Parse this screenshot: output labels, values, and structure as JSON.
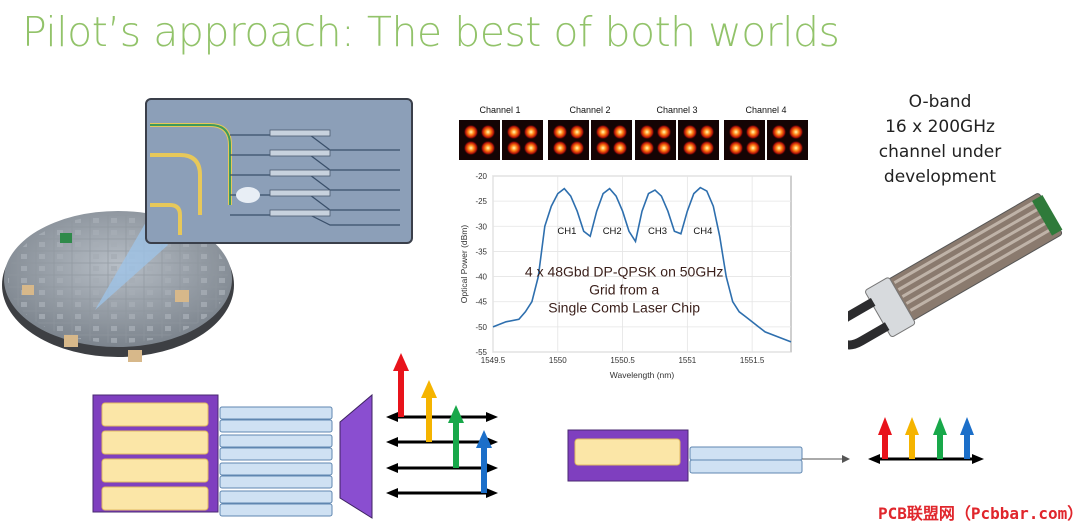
{
  "title": "Pilot’s approach: The best of both worlds",
  "oband_lines": [
    "O-band",
    "16 x 200GHz",
    "channel under",
    "development"
  ],
  "watermark": "PCB联盟网（Pcbbar.com）",
  "colors": {
    "title": "#92c36a",
    "laser_block": "#7f3fbf",
    "laser_cell": "#fbe6a7",
    "waveguide": "#cfe1f3",
    "mux": "#8a4ed0",
    "arrow_red": "#e8131b",
    "arrow_yellow": "#f5b400",
    "arrow_green": "#18a84a",
    "arrow_blue": "#1c6fc9",
    "spectrum_line": "#2e6fae"
  },
  "channel_labels": [
    "Channel 1",
    "Channel 2",
    "Channel 3",
    "Channel 4"
  ],
  "chart_data": {
    "type": "line",
    "xlabel": "Wavelength (nm)",
    "ylabel": "Optical Power (dBm)",
    "xlim": [
      1549.5,
      1551.8
    ],
    "ylim": [
      -55,
      -20
    ],
    "xticks": [
      "1549.5",
      "1550",
      "1550.5",
      "1551",
      "1551.5"
    ],
    "yticks": [
      "-20",
      "-25",
      "-30",
      "-35",
      "-40",
      "-45",
      "-50",
      "-55"
    ],
    "grid": true,
    "peak_labels": [
      "CH1",
      "CH2",
      "CH3",
      "CH4"
    ],
    "annotation_lines": [
      "4 x 48Gbd DP-QPSK on 50GHz",
      "Grid from a",
      "Single Comb Laser Chip"
    ],
    "series": [
      {
        "x": [
          1549.5,
          1549.6,
          1549.7,
          1549.75,
          1549.8,
          1549.85,
          1549.9,
          1549.95,
          1550.0,
          1550.05,
          1550.1,
          1550.15,
          1550.2,
          1550.25,
          1550.3,
          1550.35,
          1550.4,
          1550.45,
          1550.5,
          1550.55,
          1550.6,
          1550.65,
          1550.7,
          1550.75,
          1550.8,
          1550.85,
          1550.9,
          1550.95,
          1551.0,
          1551.05,
          1551.1,
          1551.15,
          1551.2,
          1551.25,
          1551.3,
          1551.35,
          1551.4,
          1551.45,
          1551.5,
          1551.55,
          1551.6,
          1551.7,
          1551.8
        ],
        "y": [
          -50,
          -49,
          -48.5,
          -47,
          -45,
          -40,
          -30,
          -26,
          -23.5,
          -22.5,
          -24,
          -27,
          -31,
          -32,
          -27,
          -23.5,
          -22.5,
          -24,
          -27,
          -31,
          -33,
          -27,
          -23.5,
          -22.8,
          -24,
          -27,
          -31,
          -31.5,
          -27,
          -23.5,
          -22.3,
          -23,
          -26,
          -32,
          -40,
          -45,
          -47,
          -48,
          -49,
          -50,
          -51,
          -52,
          -53
        ]
      }
    ]
  }
}
